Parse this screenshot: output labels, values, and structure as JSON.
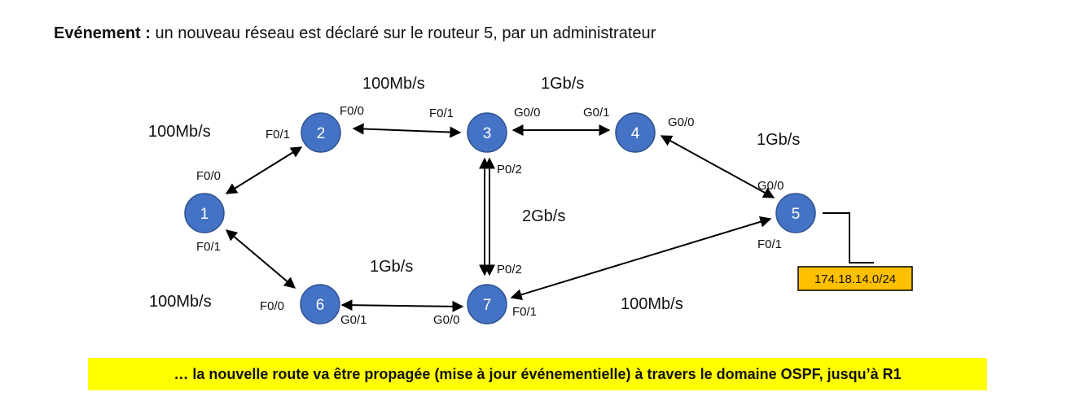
{
  "heading": {
    "prefix": "Evénement :",
    "text": "un nouveau réseau est déclaré sur le routeur 5, par un administrateur"
  },
  "colors": {
    "node_fill": "#4472c4",
    "node_stroke": "#2f528f",
    "network_box": "#ffc000",
    "footer_highlight": "#ffff00"
  },
  "routers": [
    {
      "id": "1",
      "label": "1"
    },
    {
      "id": "2",
      "label": "2"
    },
    {
      "id": "3",
      "label": "3"
    },
    {
      "id": "4",
      "label": "4"
    },
    {
      "id": "5",
      "label": "5"
    },
    {
      "id": "6",
      "label": "6"
    },
    {
      "id": "7",
      "label": "7"
    }
  ],
  "links": [
    {
      "from": "2",
      "to": "3",
      "speed": "100Mb/s",
      "from_if": "F0/0",
      "to_if": "F0/1"
    },
    {
      "from": "3",
      "to": "4",
      "speed": "1Gb/s",
      "from_if": "G0/0",
      "to_if": "G0/1"
    },
    {
      "from": "1",
      "to": "2",
      "speed": "100Mb/s",
      "from_if": "F0/0",
      "to_if": "F0/1"
    },
    {
      "from": "4",
      "to": "5",
      "speed": "1Gb/s",
      "from_if": "G0/0",
      "to_if": "G0/0"
    },
    {
      "from": "3",
      "to": "7",
      "speed": "2Gb/s",
      "from_if": "P0/2",
      "to_if": "P0/2"
    },
    {
      "from": "1",
      "to": "6",
      "speed": "100Mb/s",
      "from_if": "F0/1",
      "to_if": "F0/0"
    },
    {
      "from": "6",
      "to": "7",
      "speed": "1Gb/s",
      "from_if": "G0/1",
      "to_if": "G0/0"
    },
    {
      "from": "7",
      "to": "5",
      "speed": "100Mb/s",
      "from_if": "F0/1",
      "to_if": "F0/1"
    }
  ],
  "network": {
    "prefix": "174.18.14.0/24",
    "attached_to": "5"
  },
  "footer": {
    "text": "… la nouvelle route va être propagée (mise à jour événementielle) à travers le domaine OSPF, jusqu’à R1"
  }
}
